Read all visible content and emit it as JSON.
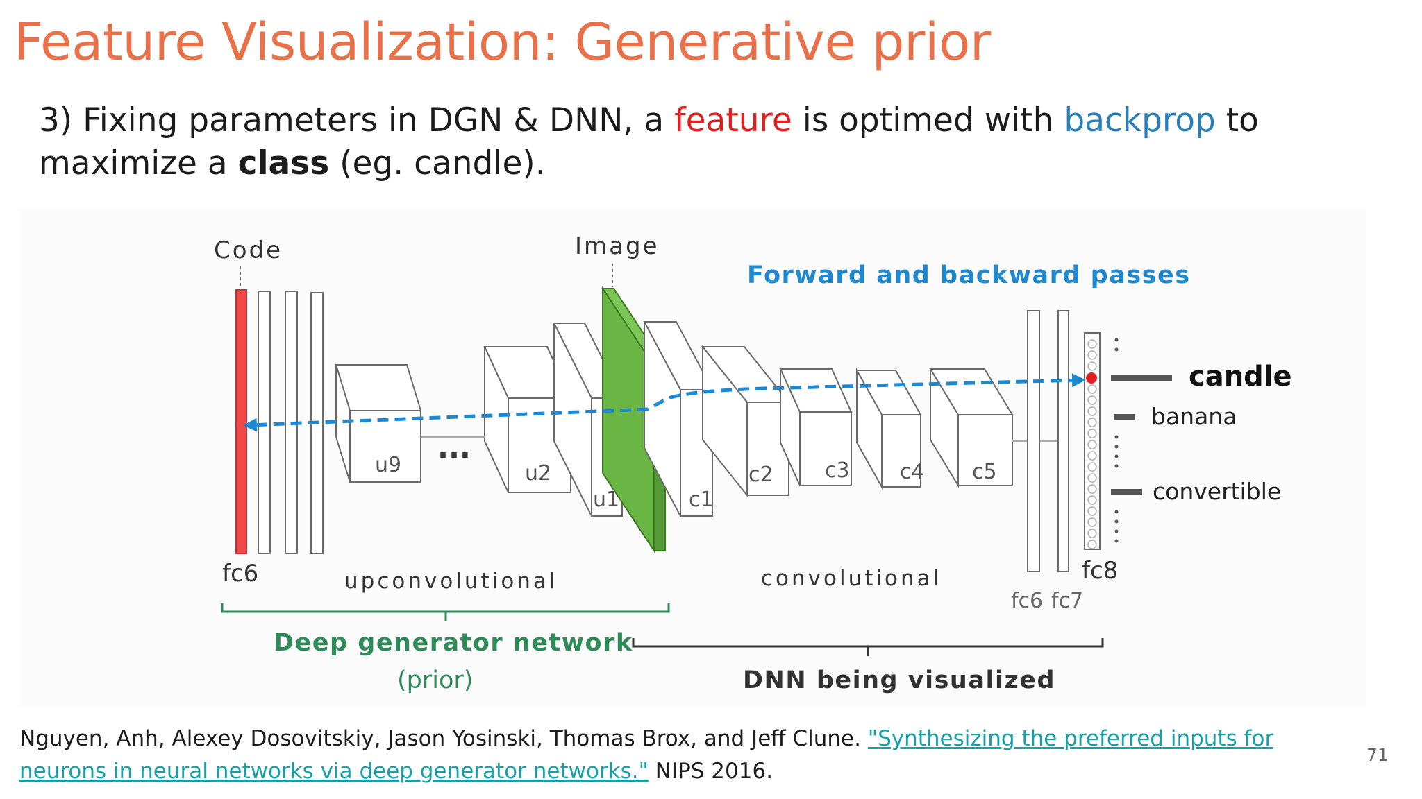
{
  "slide": {
    "title": "Feature Visualization: Generative prior",
    "body": {
      "prefix": "3) Fixing parameters in DGN & DNN, a ",
      "feature": "feature",
      "mid": " is optimed with ",
      "backprop": "backprop",
      "suffix_line1": " to",
      "line2_prefix": "maximize a ",
      "class_word": "class",
      "line2_suffix": " (eg. candle)."
    },
    "citation": {
      "authors": "Nguyen, Anh, Alexey Dosovitskiy, Jason Yosinski, Thomas Brox, and Jeff Clune. ",
      "link_text": "\"Synthesizing the preferred inputs for neurons in neural networks via deep generator networks.\"",
      "venue": " NIPS 2016."
    },
    "page_number": "71"
  },
  "diagram": {
    "code_label": "Code",
    "image_label": "Image",
    "passes_label": "Forward and backward passes",
    "gen_fc6": "fc6",
    "layers_u": [
      "u9",
      "u2",
      "u1"
    ],
    "ellipsis": "...",
    "layers_c": [
      "c1",
      "c2",
      "c3",
      "c4",
      "c5"
    ],
    "dnn_fc6": "fc6",
    "dnn_fc7": "fc7",
    "dnn_fc8": "fc8",
    "upconv_label": "upconvolutional",
    "conv_label": "convolutional",
    "dgn_label": "Deep generator network",
    "prior_label": "(prior)",
    "dnn_label": "DNN being visualized",
    "outputs": [
      "candle",
      "banana",
      "convertible"
    ],
    "colors": {
      "code": "#f04848",
      "image": "#6ab645",
      "arrow": "#1e88d0",
      "dgn": "#2e8b57",
      "selected_unit": "#e02020"
    }
  }
}
